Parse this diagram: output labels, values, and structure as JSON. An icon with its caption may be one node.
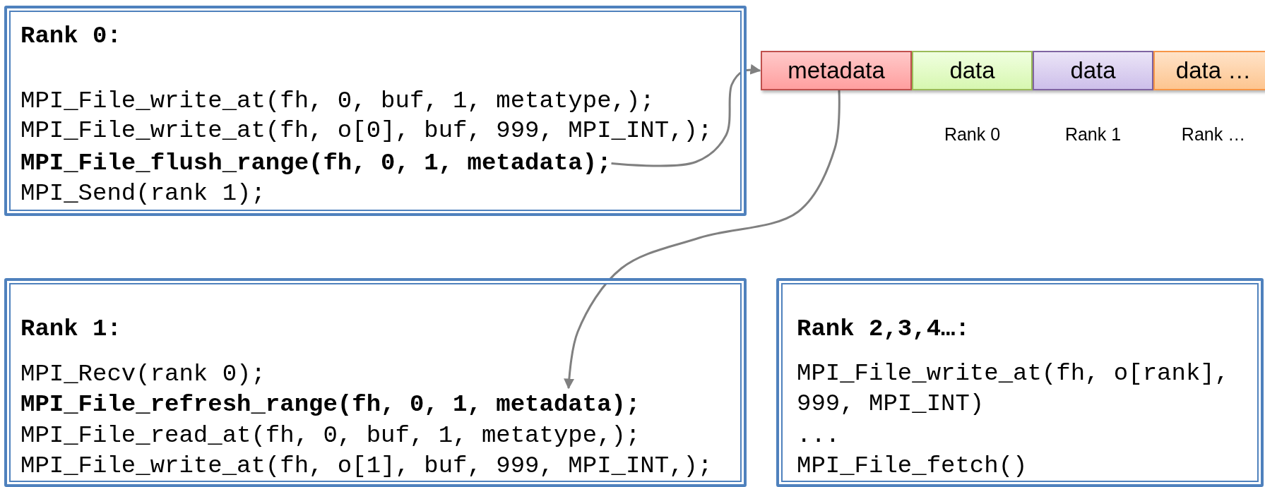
{
  "diagram": {
    "nodes": [
      {
        "text": [
          "Rank 0:",
          "MPI_File_write_at(fh, 0, buf, 1, metatype,);",
          "MPI_File_write_at(fh, o[0], buf, 999, MPI_INT,);",
          "MPI_Send(rank 1);"
        ]
      },
      {
        "text": [
          "MPI_File_flush_range(fh, 0, 1, metadata);"
        ],
        "in": 0
      },
      {
        "text": [
          "metadata"
        ]
      },
      {
        "text": [
          "data"
        ],
        "beside": [
          "Rank 0"
        ]
      },
      {
        "text": [
          "data"
        ],
        "beside": [
          "Rank 1"
        ]
      },
      {
        "text": [
          "data …"
        ],
        "beside": [
          "Rank …"
        ]
      },
      {
        "text": [
          "Rank 1:",
          "MPI_Recv(rank 0);",
          "MPI_File_read_at(fh, 0, buf, 1, metatype,);",
          "MPI_File_write_at(fh, o[1], buf, 999, MPI_INT,);"
        ]
      },
      {
        "text": [
          "MPI_File_refresh_range(fh, 0, 1, metadata);"
        ],
        "in": 6
      },
      {
        "text": [
          "Rank 2,3,4…:",
          "MPI_File_write_at(fh, o[rank], 999, MPI_INT)",
          "...",
          "MPI_File_fetch()"
        ]
      }
    ],
    "edges": [
      {
        "from": 1,
        "to": 2,
        "arrow": "to"
      },
      {
        "from": 2,
        "to": 7,
        "arrow": "to"
      }
    ]
  }
}
